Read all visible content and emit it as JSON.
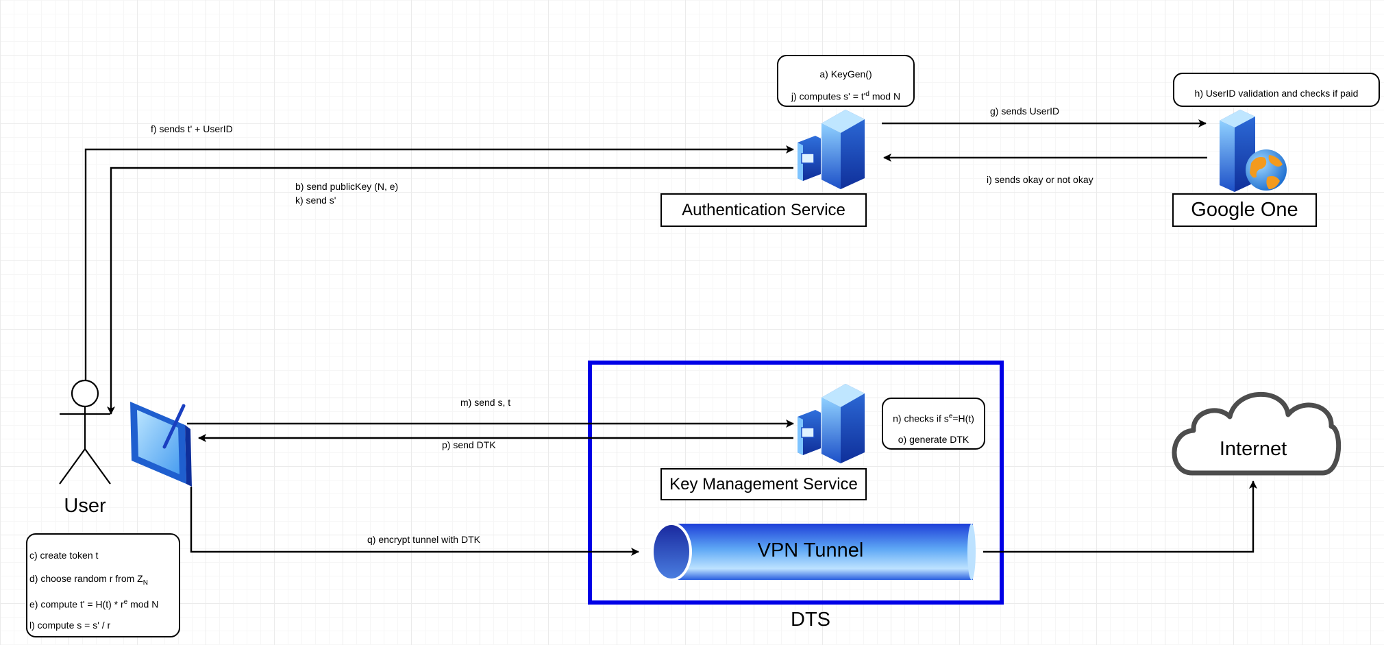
{
  "nodes": {
    "auth": {
      "name": "Authentication Service",
      "note_line1": "a) KeyGen()",
      "note_line2_prefix": "j) computes s' = t'",
      "note_line2_sup": "d",
      "note_line2_suffix": " mod N"
    },
    "google": {
      "name": "Google One",
      "note": "h) UserID validation and checks if paid"
    },
    "kms": {
      "name": "Key Management Service",
      "note_line1_prefix": "n) checks if s",
      "note_line1_sup": "e",
      "note_line1_suffix": "=H(t)",
      "note_line2": "o) generate DTK"
    },
    "user": {
      "name": "User",
      "note_c": "c) create token t",
      "note_d_prefix": "d) choose random r from Z",
      "note_d_sub": "N",
      "note_e_prefix": "e) compute t' = H(t) * r",
      "note_e_sup": "e",
      "note_e_suffix": " mod N",
      "note_l": "l) compute s = s' / r"
    },
    "vpn": {
      "name": "VPN Tunnel"
    },
    "dts": {
      "name": "DTS"
    },
    "internet": {
      "name": "Internet"
    }
  },
  "edges": {
    "f": "f) sends t' + UserID",
    "b": "b) send publicKey (N, e)",
    "k": "k) send s'",
    "g": "g) sends UserID",
    "i": "i) sends okay or not okay",
    "m": "m) send s, t",
    "p": "p) send DTK",
    "q": "q) encrypt tunnel with DTK"
  },
  "colors": {
    "dts_border": "#0000e6",
    "server_blue": "#1f5fcf",
    "line": "#000000",
    "cloud_outline": "#4d4d4d"
  },
  "icons": [
    "server-icon",
    "globe-icon",
    "tablet-icon",
    "person-icon",
    "cloud-icon",
    "cylinder-icon"
  ]
}
